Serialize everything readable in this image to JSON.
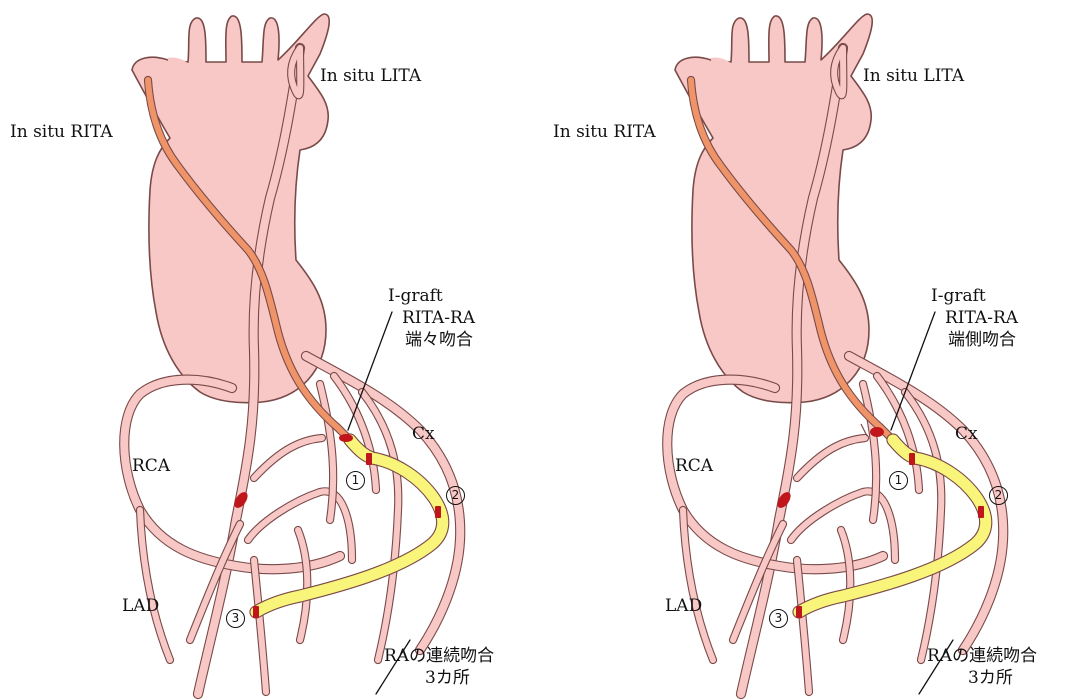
{
  "colors": {
    "aorta": "#f7c8c6",
    "vessel": "#f7c8c6",
    "vessel_outline": "#7a4a48",
    "rita": "#ef9468",
    "ra_graft": "#f8f57a",
    "anastomosis": "#c0161b"
  },
  "panels": [
    {
      "lita_label": "In situ LITA",
      "rita_label": "In situ RITA",
      "igraft_title": "I-graft",
      "igraft_line2": "RITA-RA",
      "igraft_line3": "端々吻合",
      "cx_label": "Cx",
      "rca_label": "RCA",
      "lad_label": "LAD",
      "site1": "1",
      "site2": "2",
      "site3": "3",
      "ra_line1": "RAの連続吻合",
      "ra_line2": "3カ所"
    },
    {
      "lita_label": "In situ LITA",
      "rita_label": "In situ RITA",
      "igraft_title": "I-graft",
      "igraft_line2": "RITA-RA",
      "igraft_line3": "端側吻合",
      "cx_label": "Cx",
      "rca_label": "RCA",
      "lad_label": "LAD",
      "site1": "1",
      "site2": "2",
      "site3": "3",
      "ra_line1": "RAの連続吻合",
      "ra_line2": "3カ所"
    }
  ]
}
